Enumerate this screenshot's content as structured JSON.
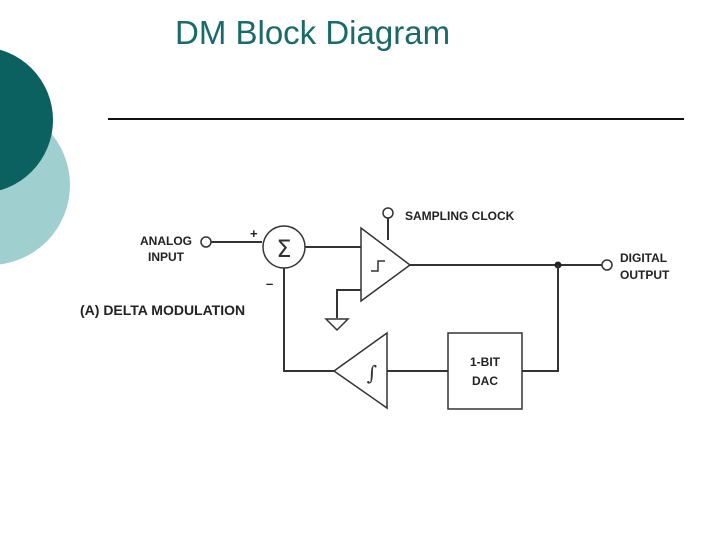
{
  "slide": {
    "title": "DM Block Diagram"
  },
  "theme": {
    "title_color": "#1a6a6a",
    "dark_teal": "#0b6060",
    "light_teal": "#9fcfcf",
    "line_color": "#333333"
  },
  "diagram": {
    "caption": "(A) DELTA MODULATION",
    "input_label": [
      "ANALOG",
      "INPUT"
    ],
    "output_label": [
      "DIGITAL",
      "OUTPUT"
    ],
    "clock_label": "SAMPLING CLOCK",
    "summer_symbol": "Σ",
    "plus_sign": "+",
    "minus_sign": "–",
    "integrator_symbol": "∫",
    "dac_label": [
      "1-BIT",
      "DAC"
    ]
  }
}
